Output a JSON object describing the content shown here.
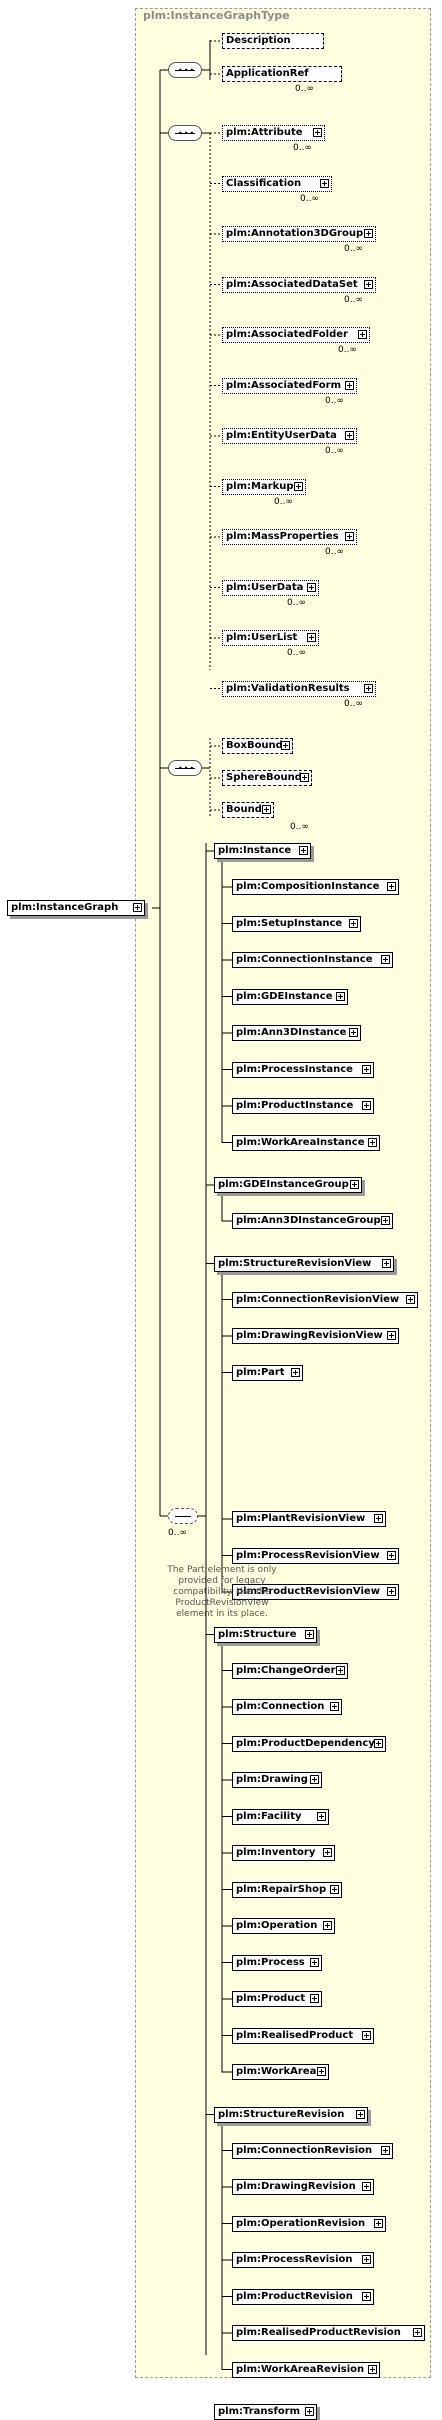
{
  "type_name": "plm:InstanceGraphType",
  "root": "plm:InstanceGraph",
  "seq1": {
    "items": [
      "Description",
      "ApplicationRef"
    ],
    "cardinality": "0..∞"
  },
  "seq2": {
    "items": [
      {
        "label": "plm:Attribute",
        "card": "0..∞"
      },
      {
        "label": "Classification",
        "card": "0..∞"
      },
      {
        "label": "plm:Annotation3DGroup",
        "card": "0..∞"
      },
      {
        "label": "plm:AssociatedDataSet",
        "card": "0..∞"
      },
      {
        "label": "plm:AssociatedFolder",
        "card": "0..∞"
      },
      {
        "label": "plm:AssociatedForm",
        "card": "0..∞"
      },
      {
        "label": "plm:EntityUserData",
        "card": "0..∞"
      },
      {
        "label": "plm:Markup",
        "card": "0..∞"
      },
      {
        "label": "plm:MassProperties",
        "card": "0..∞"
      },
      {
        "label": "plm:UserData",
        "card": "0..∞"
      },
      {
        "label": "plm:UserList",
        "card": "0..∞"
      },
      {
        "label": "plm:ValidationResults",
        "card": "0..∞"
      }
    ]
  },
  "seq3": {
    "items": [
      "BoxBound",
      "SphereBound",
      "Bound"
    ],
    "cardinality": "0..∞"
  },
  "choice": {
    "cardinality": "0..∞",
    "groups": [
      {
        "head": "plm:Instance",
        "items": [
          "plm:CompositionInstance",
          "plm:SetupInstance",
          "plm:ConnectionInstance",
          "plm:GDEInstance",
          "plm:Ann3DInstance",
          "plm:ProcessInstance",
          "plm:ProductInstance",
          "plm:WorkAreaInstance"
        ]
      },
      {
        "head": "plm:GDEInstanceGroup",
        "items": [
          "plm:Ann3DInstanceGroup"
        ]
      },
      {
        "head": "plm:StructureRevisionView",
        "items": [
          "plm:ConnectionRevisionView",
          "plm:DrawingRevisionView",
          "plm:Part",
          "plm:PlantRevisionView",
          "plm:ProcessRevisionView",
          "plm:ProductRevisionView"
        ]
      },
      {
        "head": "plm:Structure",
        "items": [
          "plm:ChangeOrder",
          "plm:Connection",
          "plm:ProductDependency",
          "plm:Drawing",
          "plm:Facility",
          "plm:Inventory",
          "plm:RepairShop",
          "plm:Operation",
          "plm:Process",
          "plm:Product",
          "plm:RealisedProduct",
          "plm:WorkArea"
        ]
      },
      {
        "head": "plm:StructureRevision",
        "items": [
          "plm:ConnectionRevision",
          "plm:DrawingRevision",
          "plm:OperationRevision",
          "plm:ProcessRevision",
          "plm:ProductRevision",
          "plm:RealisedProductRevision",
          "plm:WorkAreaRevision"
        ]
      },
      {
        "head": "plm:Transform",
        "items": []
      }
    ]
  },
  "part_note": "The Part element is only provided for legacy compatibility. Use the ProductRevisionView element in its place."
}
